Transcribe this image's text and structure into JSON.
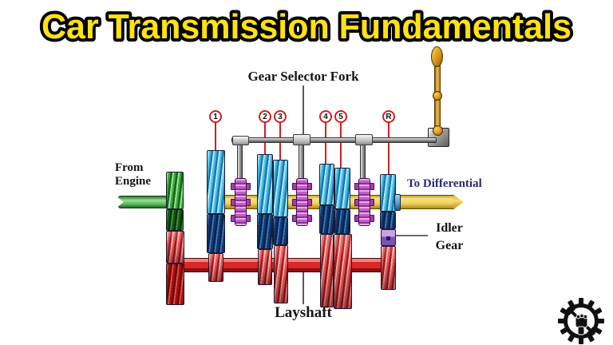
{
  "title": "Car Transmission Fundamentals",
  "labels": {
    "selector_fork": "Gear Selector Fork",
    "from_engine": [
      "From",
      "Engine"
    ],
    "to_differential": "To Differential",
    "idler_gear": [
      "Idler",
      "Gear"
    ],
    "layshaft": "Layshaft"
  },
  "markers": [
    {
      "label": "1"
    },
    {
      "label": "2"
    },
    {
      "label": "3"
    },
    {
      "label": "4"
    },
    {
      "label": "5"
    },
    {
      "label": "R"
    }
  ],
  "colors": {
    "title_fill": "#FFE212",
    "title_outline": "#000000",
    "marker_ring": "#CC2222",
    "to_differential_text": "#292974",
    "input_shaft_green": "#55B855",
    "main_shaft_yellow": "#EFD263",
    "layshaft_red": "#DA2727",
    "gear_light_blue": "#54C2E4",
    "gear_dark_blue": "#16356F",
    "gear_red": "#D92B2B",
    "synchro_purple": "#C45EC6",
    "idler_purple": "#8A63C0",
    "lever_gold": "#D99818"
  },
  "icons": {
    "logo": "gear-fist-wrench-logo"
  }
}
